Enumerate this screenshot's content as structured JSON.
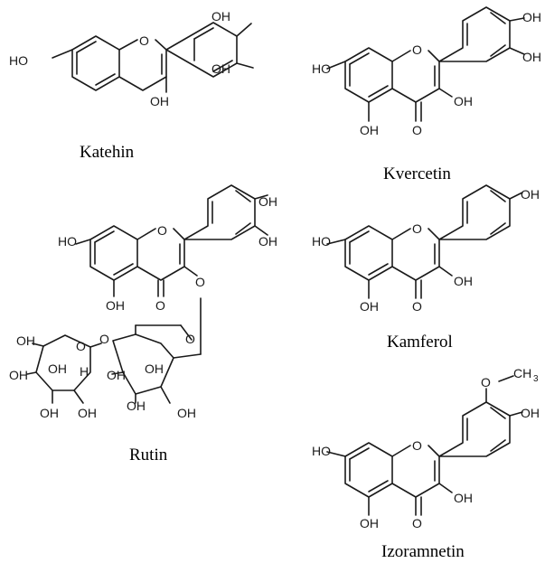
{
  "compounds": {
    "katehin": {
      "name": "Katehin"
    },
    "kvercetin": {
      "name": "Kvercetin"
    },
    "rutin": {
      "name": "Rutin"
    },
    "kamferol": {
      "name": "Kamferol"
    },
    "izoramnetin": {
      "name": "Izoramnetin"
    }
  },
  "atoms": {
    "oh": "OH",
    "ho": "HO",
    "o": "O",
    "h": "H",
    "ch": "CH",
    "three": "3"
  }
}
